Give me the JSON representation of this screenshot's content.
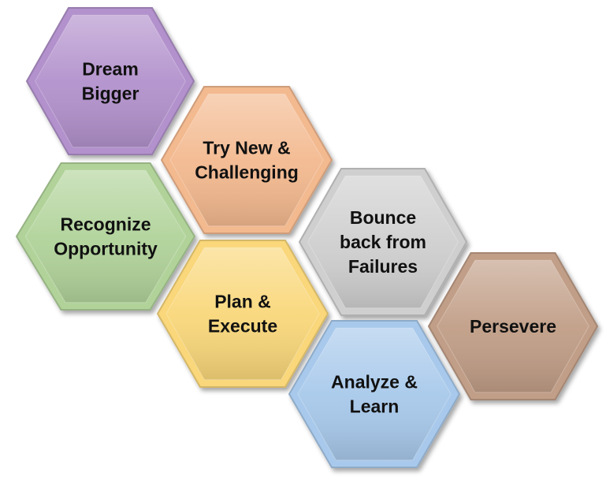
{
  "diagram": {
    "hexagons": [
      {
        "id": "dream-bigger",
        "lines": [
          "Dream",
          "Bigger"
        ],
        "color": "#b291cc"
      },
      {
        "id": "try-new",
        "lines": [
          "Try New &",
          "Challenging"
        ],
        "color": "#f3b98f"
      },
      {
        "id": "recognize-opportunity",
        "lines": [
          "Recognize",
          "Opportunity"
        ],
        "color": "#b1d39a"
      },
      {
        "id": "bounce-back",
        "lines": [
          "Bounce",
          "back from",
          "Failures"
        ],
        "color": "#cfcfcf"
      },
      {
        "id": "plan-execute",
        "lines": [
          "Plan &",
          "Execute"
        ],
        "color": "#f9d77a"
      },
      {
        "id": "persevere",
        "lines": [
          "Persevere"
        ],
        "color": "#c19e87"
      },
      {
        "id": "analyze-learn",
        "lines": [
          "Analyze &",
          "Learn"
        ],
        "color": "#a8c9eb"
      }
    ]
  }
}
